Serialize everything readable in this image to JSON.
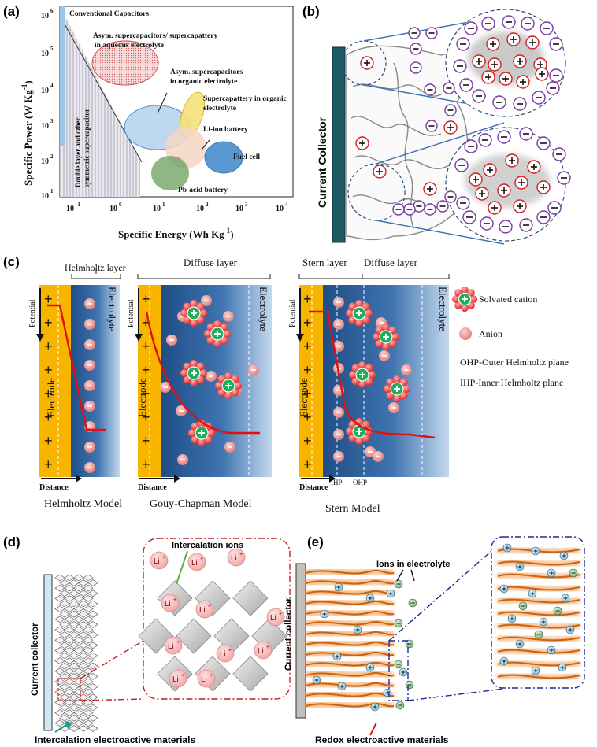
{
  "panel_labels": [
    "(a)",
    "(b)",
    "(c)",
    "(d)",
    "(e)"
  ],
  "panel_a": {
    "chart_data": {
      "type": "ragone",
      "xlabel": "Specific Energy (Wh Kg",
      "xlabel_sup": "-1",
      "xlabel_end": ")",
      "ylabel": "Specific Power (W Kg",
      "ylabel_sup": "-1",
      "ylabel_end": ")",
      "x_scale": "log",
      "y_scale": "log",
      "xlim": [
        0.05,
        20000
      ],
      "ylim": [
        10,
        2000000
      ],
      "x_ticks": [
        "10",
        "10",
        "10",
        "10",
        "10"
      ],
      "x_tick_exp": [
        "-1",
        "0",
        "1",
        "2",
        "3",
        "4"
      ],
      "y_ticks": [
        "10",
        "10",
        "10",
        "10",
        "10",
        "10"
      ],
      "y_tick_exp": [
        "1",
        "2",
        "3",
        "4",
        "5",
        "6"
      ],
      "regions": [
        {
          "name": "Conventional Capacitors"
        },
        {
          "name": "Asym. supercapacitors/ supercapattery in aqueous electrolyte"
        },
        {
          "name": "Asym. supercapacitors in organic electrolyte"
        },
        {
          "name": "Supercapattery in organic electrolyte"
        },
        {
          "name": "Li-ion battery"
        },
        {
          "name": "Fuel cell"
        },
        {
          "name": "Pb-acid battery"
        },
        {
          "name": "Double layer and other symmetric supercapacitor"
        }
      ],
      "annotations": {
        "conventional": "Conventional Capacitors",
        "asym_aq_1": "Asym. supercapacitors/ supercapattery",
        "asym_aq_2": "in aqueous electrolyte",
        "asym_org_1": "Asym. supercapacitors",
        "asym_org_2": "in organic electrolyte",
        "supercap_org_1": "Supercapattery in organic",
        "supercap_org_2": "electrolyte",
        "liion": "Li-ion battery",
        "fuel": "Fuel cell",
        "pb": "Pb-acid battery",
        "dl_1": "Double layer and other",
        "dl_2": "symmetric supercapacitor"
      }
    }
  },
  "panel_b": {
    "current_collector": "Current Collector"
  },
  "panel_c": {
    "helmholtz_layer": "Helmholtz layer",
    "diffuse_layer": "Diffuse layer",
    "stern_layer": "Stern layer",
    "diffuse_layer_2": "Diffuse layer",
    "potential": "Potential",
    "distance": "Distance",
    "electrode": "Electrode",
    "electrolyte": "Electrolyte",
    "ihp": "IHP",
    "ohp": "OHP",
    "model_1": "Helmholtz Model",
    "model_2": "Gouy-Chapman Model",
    "model_3": "Stern Model",
    "legend": {
      "solvated_cation": "Solvated cation",
      "anion": "Anion",
      "ohp_def": "OHP-Outer Helmholtz plane",
      "ihp_def": "IHP-Inner Helmholtz plane"
    }
  },
  "panel_d": {
    "current_collector": "Current collector",
    "intercalation_ions": "Intercalation ions",
    "ion_label": "Li",
    "bottom_label": "Intercalation electroactive materials"
  },
  "panel_e": {
    "current_collector": "Current collector",
    "ions_label": "Ions in electrolyte",
    "bottom_label": "Redox electroactive materials"
  },
  "colors": {
    "electrode": "#f7b500",
    "electrolyte_dark": "#1f4e86",
    "electrolyte_light": "#b9d0ea",
    "red": "#e01010",
    "collector": "#1e5a63",
    "anion": "#f08c8c",
    "cation": "#1cb05a"
  }
}
